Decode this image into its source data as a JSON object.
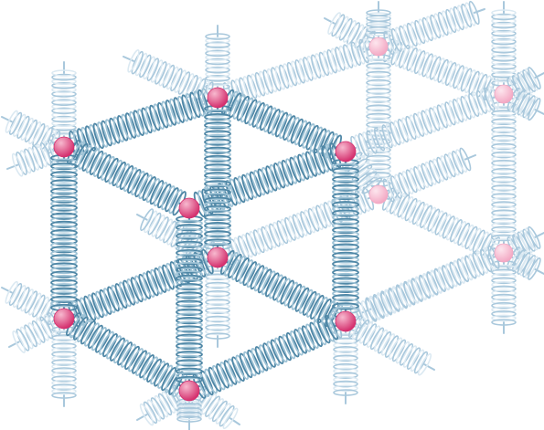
{
  "diagram": {
    "kind": "spring lattice (masses connected by coil springs)",
    "colors": {
      "background": "#ffffff",
      "spring_front": "#4f87a6",
      "spring_front_light": "#9fc3d6",
      "spring_back": "#a9c8dc",
      "spring_back_light": "#dbe9f2",
      "node_front": "#d4306e",
      "node_front_highlight": "#f7b9cf",
      "node_back": "#f3a9c4",
      "node_back_highlight": "#fde6ee"
    },
    "node_count_front": 8,
    "node_count_back": 4
  }
}
